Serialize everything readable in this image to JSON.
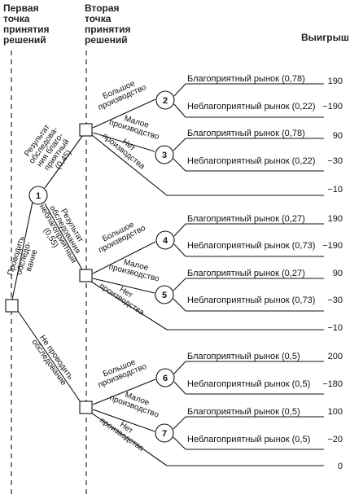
{
  "headers": {
    "first": [
      "Первая",
      "точка",
      "принятия",
      "решений"
    ],
    "second": [
      "Вторая",
      "точка",
      "принятия",
      "решений"
    ],
    "payoff": "Выигрыш"
  },
  "root_branches": {
    "survey": [
      "Проводить",
      "обследо-",
      "вание"
    ],
    "no_survey": [
      "Не проводить",
      "обследование"
    ]
  },
  "survey_results": {
    "favorable": [
      "Результат",
      "обследова-",
      "ния благо-",
      "приятный",
      "(0,45)"
    ],
    "unfavorable": [
      "Результат",
      "обследования",
      "неблагоприятный",
      "(0,55)"
    ]
  },
  "actions": {
    "large": [
      "Большое",
      "производство"
    ],
    "small": [
      "Малое",
      "производство"
    ],
    "none": [
      "Нет",
      "производства"
    ]
  },
  "chance_nodes": [
    {
      "id": "2",
      "fav": "Благоприятный рынок (0,78)",
      "unfav": "Неблагоприятный рынок (0,22)",
      "fav_pay": "190",
      "unfav_pay": "−190"
    },
    {
      "id": "3",
      "fav": "Благоприятный рынок (0,78)",
      "unfav": "Неблагоприятный рынок (0,22)",
      "fav_pay": "90",
      "unfav_pay": "−30"
    },
    {
      "id": "4",
      "fav": "Благоприятный рынок (0,27)",
      "unfav": "Неблагоприятный рынок (0,73)",
      "fav_pay": "190",
      "unfav_pay": "−190"
    },
    {
      "id": "5",
      "fav": "Благоприятный рынок (0,27)",
      "unfav": "Неблагоприятный рынок (0,73)",
      "fav_pay": "90",
      "unfav_pay": "−30"
    },
    {
      "id": "6",
      "fav": "Благоприятный рынок (0,5)",
      "unfav": "Неблагоприятный рынок (0,5)",
      "fav_pay": "200",
      "unfav_pay": "−180"
    },
    {
      "id": "7",
      "fav": "Благоприятный рынок (0,5)",
      "unfav": "Неблагоприятный рынок (0,5)",
      "fav_pay": "100",
      "unfav_pay": "−20"
    }
  ],
  "survey_node": "1",
  "no_production_payoffs": [
    "−10",
    "−10",
    "0"
  ]
}
